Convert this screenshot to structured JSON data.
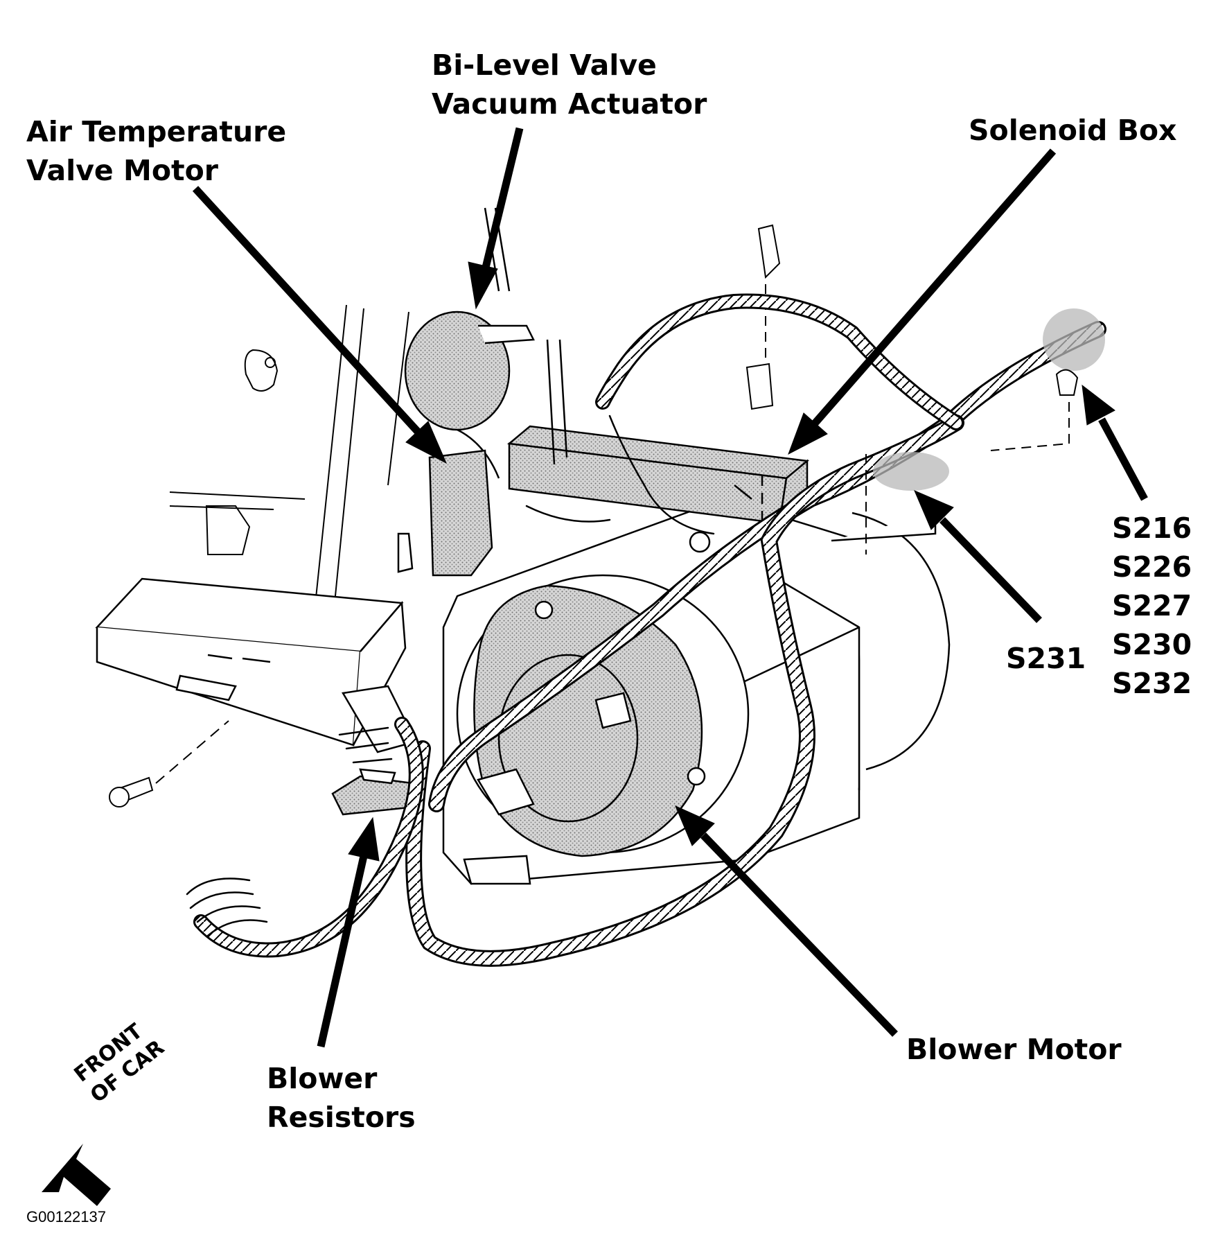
{
  "labels": {
    "bilevel": [
      "Bi-Level Valve",
      "Vacuum Actuator"
    ],
    "airtemp": [
      "Air Temperature",
      "Valve Motor"
    ],
    "solenoid": "Solenoid Box",
    "splices": [
      "S216",
      "S226",
      "S227",
      "S230",
      "S232"
    ],
    "s231": "S231",
    "blower_motor": "Blower Motor",
    "blower_resistors": [
      "Blower",
      "Resistors"
    ],
    "front": [
      "FRONT",
      "OF CAR"
    ]
  },
  "figure_code": "G00122137",
  "colors": {
    "ink": "#000000",
    "shade": "#b8b8b8",
    "paper": "#ffffff"
  }
}
